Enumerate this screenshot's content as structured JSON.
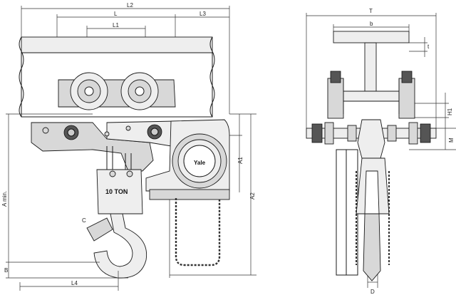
{
  "labels": {
    "L2": "L2",
    "L": "L",
    "L1": "L1",
    "L3": "L3",
    "A1": "A1",
    "A2": "A2",
    "A_min": "A min.",
    "B": "B",
    "L4": "L4",
    "C": "C",
    "T": "T",
    "b": "b",
    "t": "t",
    "H1": "H1",
    "M": "M",
    "D": "D"
  },
  "markings": {
    "brand": "Yale",
    "capacity": "10 TON"
  }
}
